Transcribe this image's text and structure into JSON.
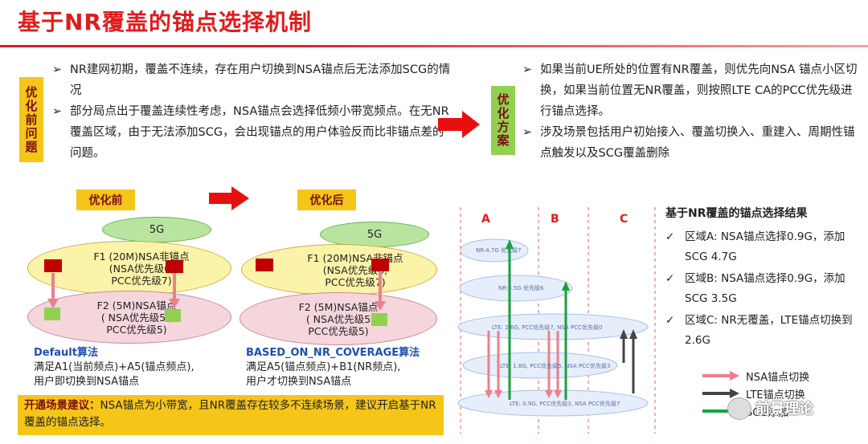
{
  "title": "基于NR覆盖的锚点选择机制",
  "before_tag": "优化前问题",
  "solution_tag": "优化方案",
  "before_bullets": [
    "NR建网初期，覆盖不连续，存在用户切换到NSA锚点后无法添加SCG的情况",
    "部分局点出于覆盖连续性考虑，NSA锚点会选择低频小带宽频点。在无NR覆盖区域，由于无法添加SCG，会出现锚点的用户体验反而比非锚点差的问题。"
  ],
  "solution_bullets": [
    "如果当前UE所处的位置有NR覆盖，则优先向NSA 锚点小区切换，如果当前位置无NR覆盖，则按照LTE CA的PCC优先级进行锚点选择。",
    "涉及场景包括用户初始接入、覆盖切换入、重建入、周期性锚点触发以及SCG覆盖删除"
  ],
  "bullet_marker": "➢",
  "diagram_before": {
    "tag": "优化前",
    "g5": "5G",
    "f1_line1": "F1 (20M)NSA非锚点",
    "f1_line2": "(NSA优先级0,",
    "f1_line3": "PCC优先级7)",
    "f2_line1": "F2 (5M)NSA锚点",
    "f2_line2": "( NSA优先级5 ,",
    "f2_line3": "PCC优先级5)",
    "algo_title": "Default算法",
    "algo_line1": "满足A1(当前频点)+A5(锚点频点),",
    "algo_line2": "用户即切换到NSA锚点"
  },
  "diagram_after": {
    "tag": "优化后",
    "g5": "5G",
    "f1_line1": "F1 (20M)NSA非锚点",
    "f1_line2": "(NSA优先级0,",
    "f1_line3": "PCC优先级7)",
    "f2_line1": "F2 (5M)NSA锚点",
    "f2_line2": "( NSA优先级5",
    "f2_line3": "PCC优先级5)",
    "algo_title": "BASED_ON_NR_COVERAGE算法",
    "algo_line1": "满足A5(锚点频点)+B1(NR频点),",
    "algo_line2": "用户才切换到NSA锚点"
  },
  "advice": {
    "head": "开通场景建议：",
    "body": "NSA锚点为小带宽，且NR覆盖存在较多不连续场景，建议开启基于NR覆盖的锚点选择。"
  },
  "zones": {
    "a": "A",
    "b": "B",
    "c": "C",
    "layers": [
      "NR:4.7G 优先级7",
      "NR:3.5G 优先级6",
      "LTE: 2.6G, PCC优先级7, NSA PCC优先级0",
      "LTE: 1.8G, PCC优先级5, NSA PCC优先级3",
      "LTE: 0.9G, PCC优先级3, NSA PCC优先级7"
    ]
  },
  "result": {
    "title": "基于NR覆盖的锚点选择结果",
    "check": "✓",
    "items": [
      "区域A: NSA锚点选择0.9G，添加SCG 4.7G",
      "区域B: NSA锚点选择0.9G，添加SCG 3.5G",
      "区域C: NR无覆盖，LTE锚点切换到2.6G"
    ]
  },
  "legend": [
    {
      "label": "NSA锚点切换",
      "color": "#ee7f8c"
    },
    {
      "label": "LTE锚点切换",
      "color": "#444444"
    },
    {
      "label": "SCG添加",
      "color": "#13a538"
    }
  ],
  "watermark": "前景理论",
  "colors": {
    "title_red": "#e31b1b",
    "tag_yellow": "#f5c518",
    "tag_green": "#92d050",
    "arrow_red": "#e8100e",
    "link_blue": "#1f4eb4"
  }
}
